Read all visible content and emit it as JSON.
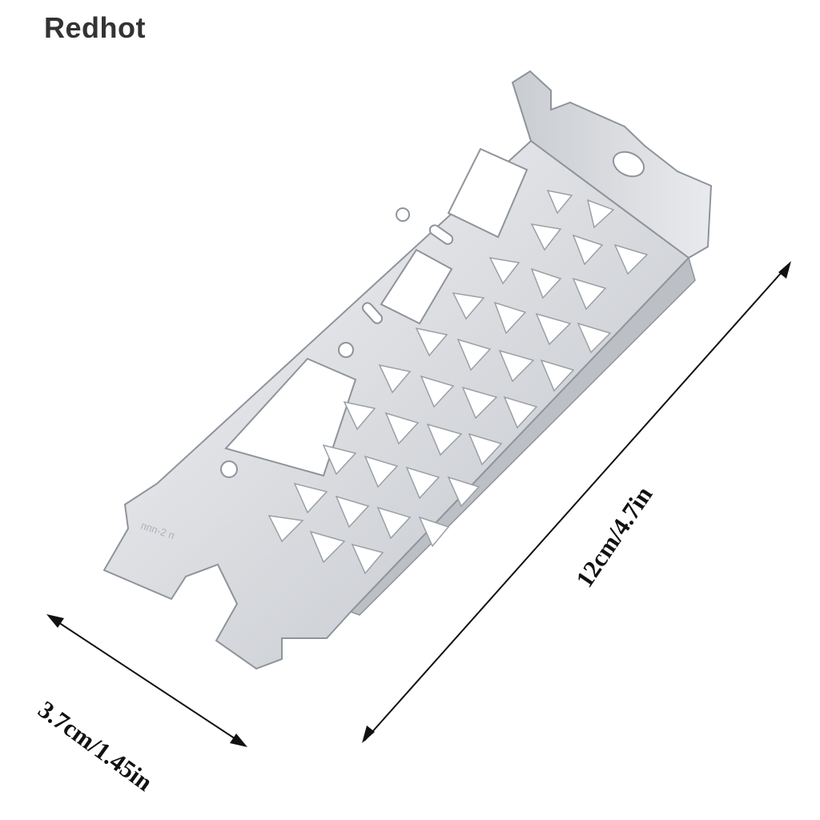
{
  "brand": {
    "name": "Redhot"
  },
  "product": {
    "width_label": "3.7cm/1.45in",
    "length_label": "12cm/4.7in"
  },
  "colors": {
    "brand_text": "#333333",
    "metal": "#d9dbdf",
    "metal_edge": "#8f949b",
    "dimension_lines": "#111111"
  },
  "icons": {
    "bracket": "pcie-low-profile-bracket-icon"
  }
}
